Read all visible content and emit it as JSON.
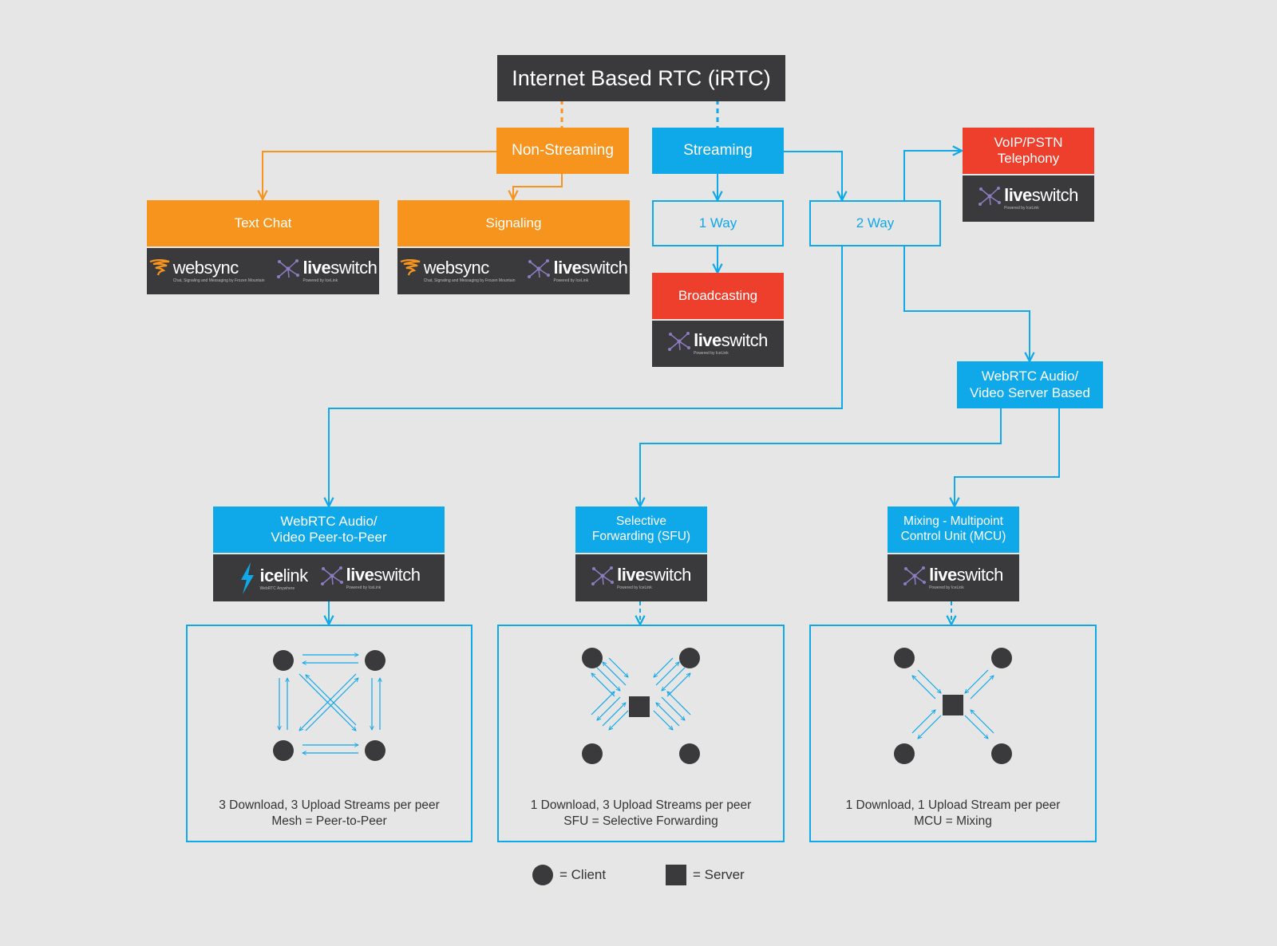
{
  "title": "Internet Based RTC (iRTC)",
  "nodes": {
    "non_streaming": "Non-Streaming",
    "streaming": "Streaming",
    "text_chat": "Text Chat",
    "signaling": "Signaling",
    "one_way": "1 Way",
    "two_way": "2 Way",
    "broadcasting": "Broadcasting",
    "voip": [
      "VoIP/PSTN",
      "Telephony"
    ],
    "webrtc_server": [
      "WebRTC Audio/",
      "Video Server Based"
    ],
    "webrtc_p2p": [
      "WebRTC Audio/",
      "Video Peer-to-Peer"
    ],
    "sfu": [
      "Selective",
      "Forwarding (SFU)"
    ],
    "mcu": [
      "Mixing - Multipoint",
      "Control Unit (MCU)"
    ]
  },
  "logos": {
    "websync": {
      "name": "websync",
      "tagline": "Chat, Signaling and Messaging by Frozen Mountain"
    },
    "liveswitch": {
      "name_a": "live",
      "name_b": "switch",
      "tagline": "Powered by IceLink"
    },
    "icelink": {
      "name_a": "ice",
      "name_b": "link",
      "tagline": "WebRTC Anywhere"
    }
  },
  "captions": {
    "mesh": [
      "3 Download, 3 Upload Streams per peer",
      "Mesh = Peer-to-Peer"
    ],
    "sfu": [
      "1 Download, 3 Upload Streams per peer",
      "SFU = Selective Forwarding"
    ],
    "mcu": [
      "1 Download, 1 Upload Stream per peer",
      "MCU = Mixing"
    ]
  },
  "legend": {
    "client": "= Client",
    "server": "= Server"
  },
  "colors": {
    "blue": "#0fa8e8",
    "orange": "#f7941d",
    "red": "#ee3f2d",
    "dark": "#3a3a3c",
    "background": "#e6e6e7"
  },
  "icons": {
    "websync": "swirl-logo-icon",
    "liveswitch": "network-star-logo-icon",
    "icelink": "lightning-bolt-logo-icon"
  }
}
